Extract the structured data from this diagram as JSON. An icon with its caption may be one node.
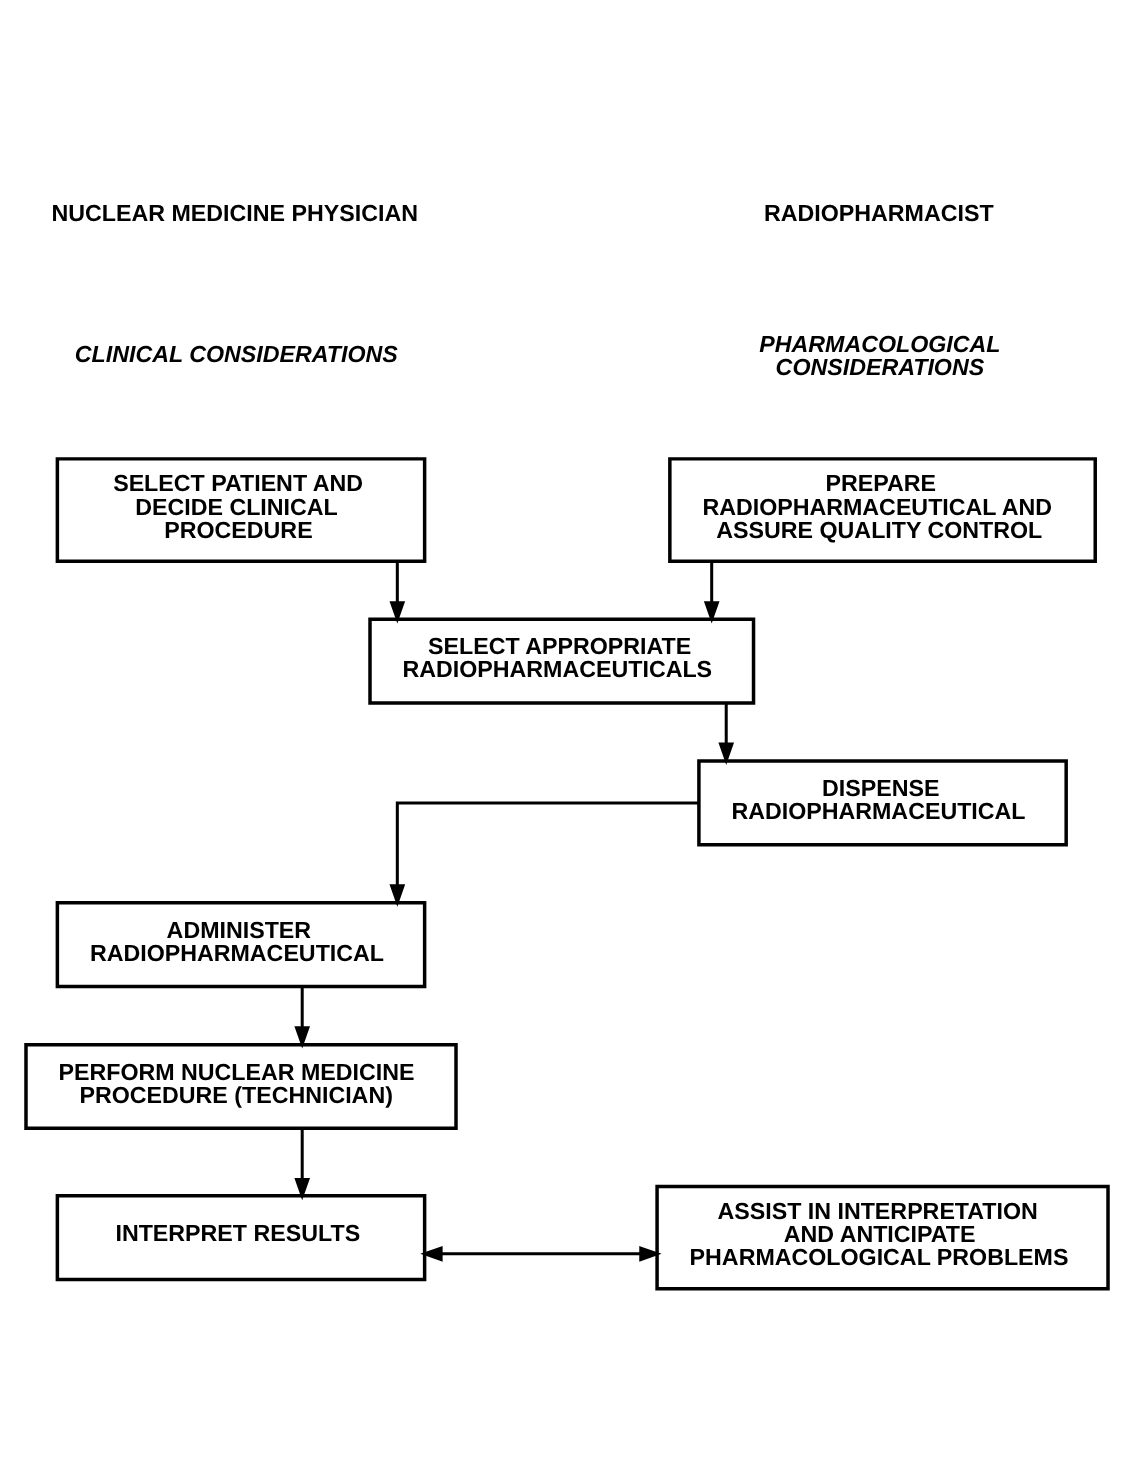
{
  "diagram": {
    "nodes": [
      {
        "text": [
          "SELECT PATIENT AND DECIDE CLINICAL PROCEDURE"
        ]
      },
      {
        "text": [
          "PREPARE RADIOPHARMACEUTICAL AND ASSURE QUALITY CONTROL"
        ]
      },
      {
        "text": [
          "SELECT APPROPRIATE RADIOPHARMACEUTICALS"
        ]
      },
      {
        "text": [
          "DISPENSE RADIOPHARMACEUTICAL"
        ]
      },
      {
        "text": [
          "ADMINISTER RADIOPHARMACEUTICAL"
        ]
      },
      {
        "text": [
          "PERFORM NUCLEAR MEDICINE PROCEDURE (TECHNICIAN)"
        ]
      },
      {
        "text": [
          "INTERPRET RESULTS"
        ]
      },
      {
        "text": [
          "ASSIST IN INTERPRETATION AND ANTICIPATE PHARMACOLOGICAL PROBLEMS"
        ]
      }
    ],
    "edges": [
      {
        "from": 0,
        "to": 2,
        "arrow": "to"
      },
      {
        "from": 1,
        "to": 2,
        "arrow": "to"
      },
      {
        "from": 2,
        "to": 3,
        "arrow": "to"
      },
      {
        "from": 3,
        "to": 4,
        "arrow": "to"
      },
      {
        "from": 4,
        "to": 5,
        "arrow": "to"
      },
      {
        "from": 5,
        "to": 6,
        "arrow": "to"
      },
      {
        "from": 6,
        "to": 7,
        "arrow": "both"
      }
    ],
    "labels": [
      "NUCLEAR MEDICINE PHYSICIAN",
      "RADIOPHARMACIST",
      "CLINICAL CONSIDERATIONS",
      "PHARMACOLOGICAL CONSIDERATIONS"
    ]
  }
}
